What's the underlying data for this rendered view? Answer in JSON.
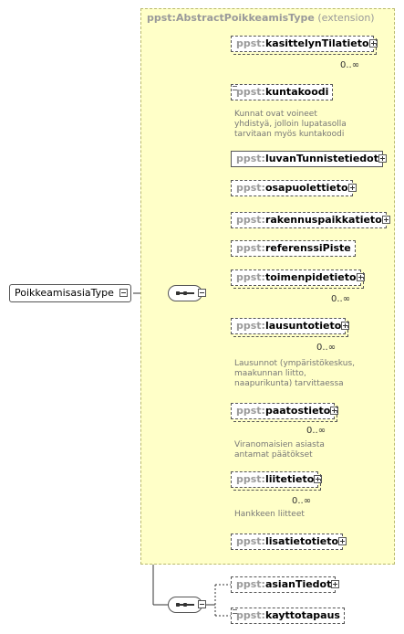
{
  "diagram": {
    "root": {
      "label": "PoikkeamisasiaType"
    },
    "extension": {
      "prefix": "ppst:",
      "name": "AbstractPoikkeamisType",
      "suffix": " (extension)"
    },
    "elements": [
      {
        "prefix": "ppst:",
        "name": "kasittelynTilatieto",
        "multiplicity": "0..∞"
      },
      {
        "prefix": "ppst:",
        "name": "kuntakoodi",
        "note": "Kunnat ovat voineet\nyhdistyä, jolloin lupatasolla\ntarvitaan myös kuntakoodi"
      },
      {
        "prefix": "ppst:",
        "name": "luvanTunnistetiedot"
      },
      {
        "prefix": "ppst:",
        "name": "osapuolettieto"
      },
      {
        "prefix": "ppst:",
        "name": "rakennuspaikkatieto"
      },
      {
        "prefix": "ppst:",
        "name": "referenssiPiste"
      },
      {
        "prefix": "ppst:",
        "name": "toimenpidetieto",
        "multiplicity": "0..∞"
      },
      {
        "prefix": "ppst:",
        "name": "lausuntotieto",
        "multiplicity": "0..∞",
        "note": "Lausunnot (ympäristökeskus,\nmaakunnan liitto,\nnaapurikunta) tarvittaessa"
      },
      {
        "prefix": "ppst:",
        "name": "paatostieto",
        "multiplicity": "0..∞",
        "note": "Viranomaisien asiasta\nantamat päätökset"
      },
      {
        "prefix": "ppst:",
        "name": "liitetieto",
        "multiplicity": "0..∞",
        "note": "Hankkeen liitteet"
      },
      {
        "prefix": "ppst:",
        "name": "lisatietotieto"
      }
    ],
    "second_sequence": [
      {
        "prefix": "ppst:",
        "name": "asianTiedot"
      },
      {
        "prefix": "ppst:",
        "name": "kayttotapaus"
      }
    ]
  }
}
